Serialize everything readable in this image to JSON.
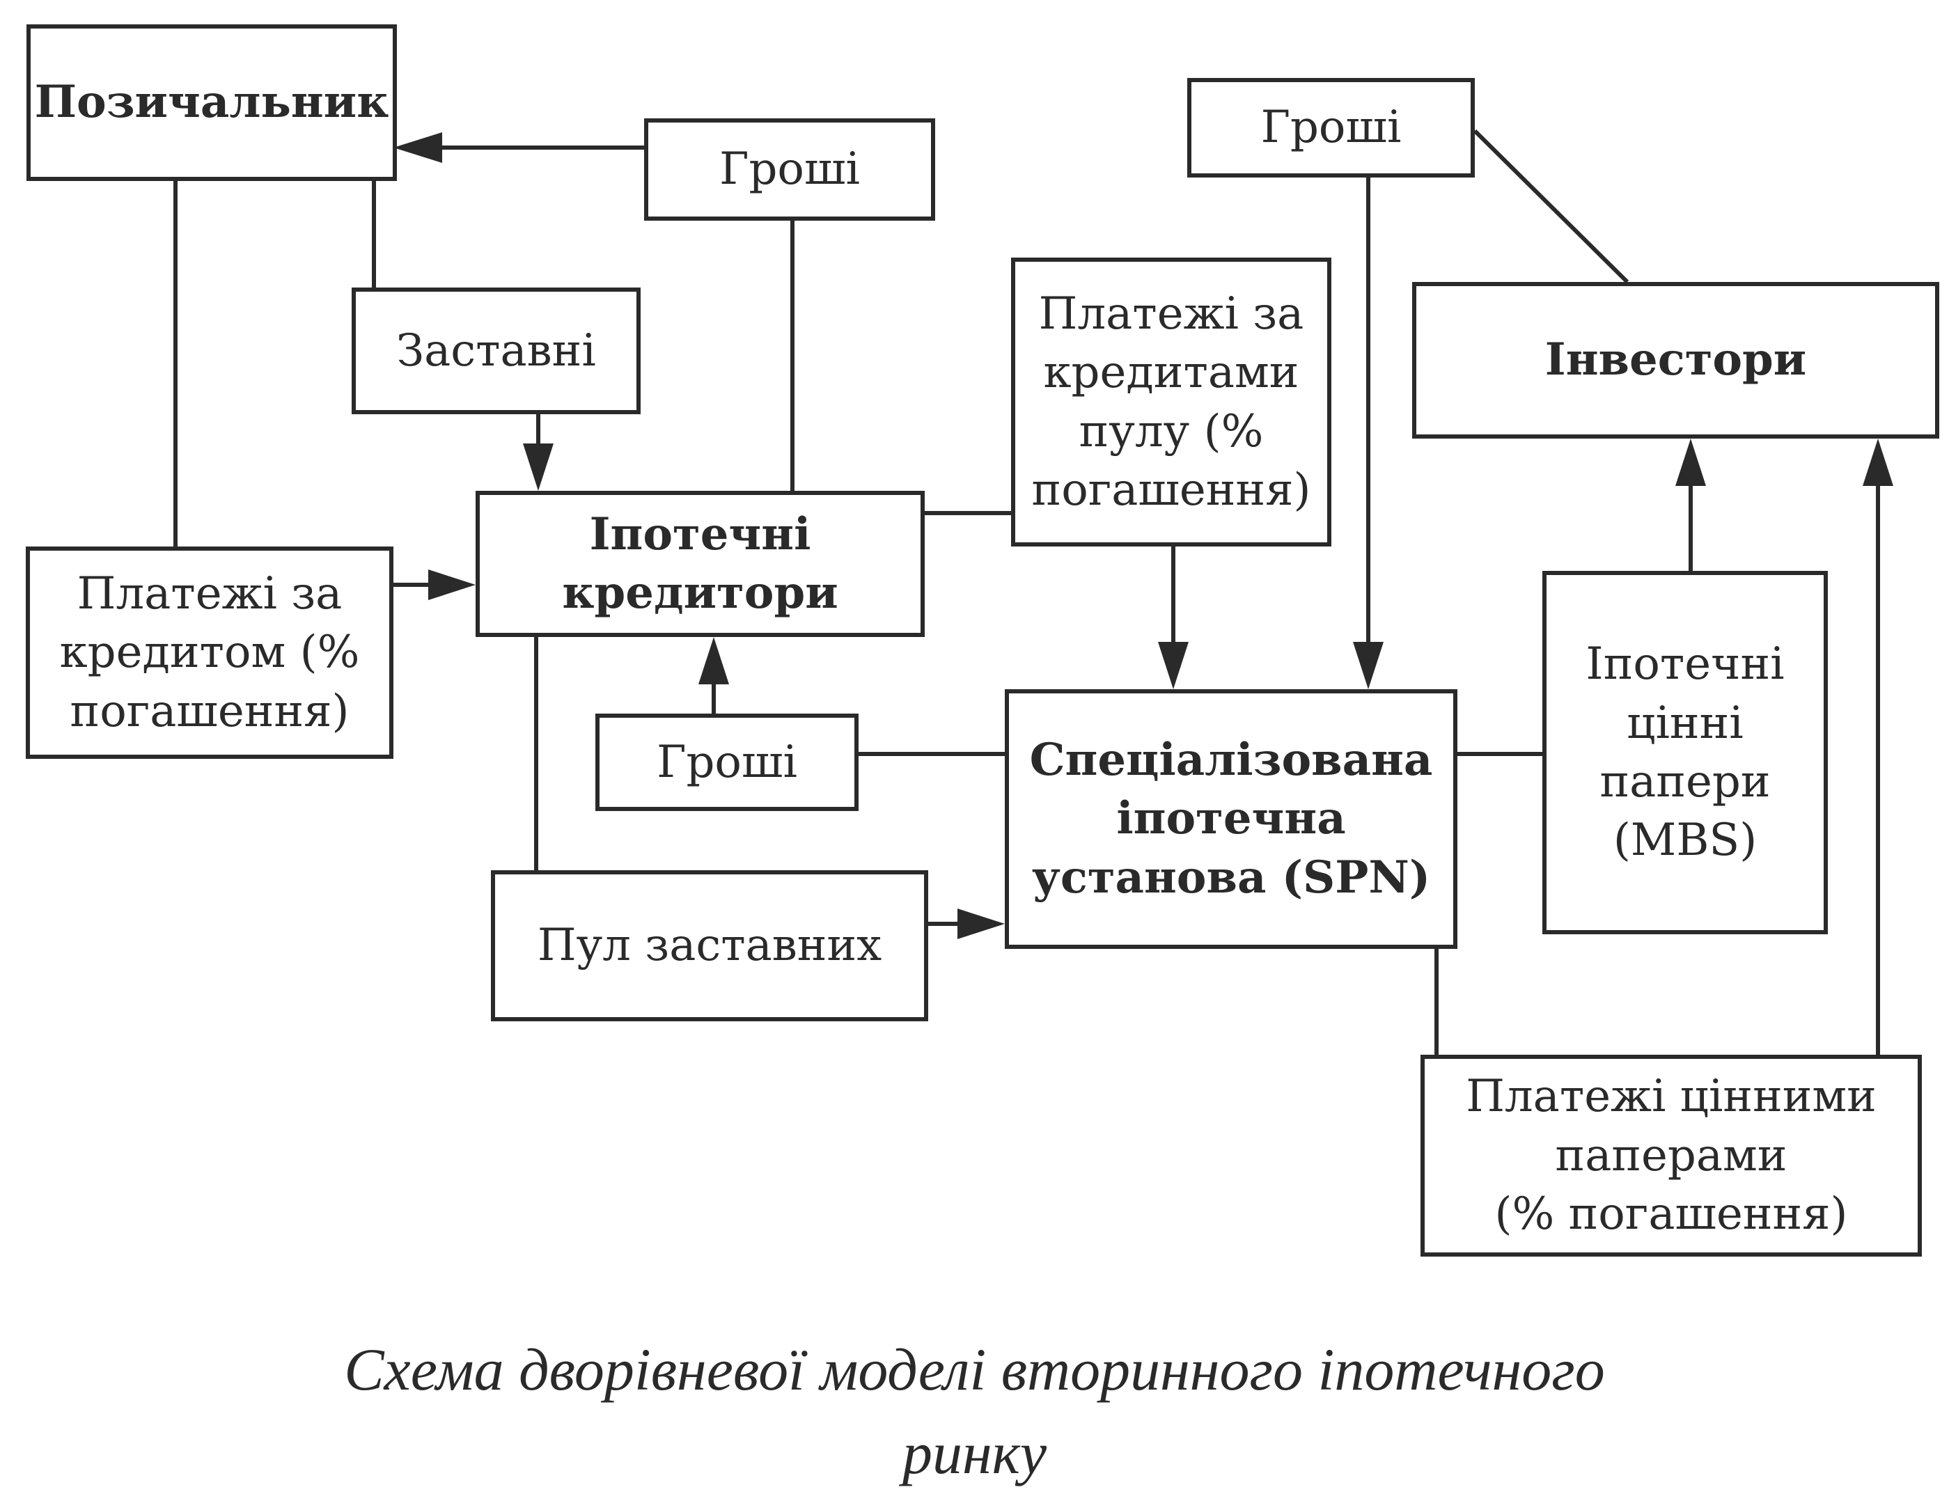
{
  "nodes": {
    "borrower": "Позичальник",
    "money_top": "Гроші",
    "pledges": "Заставні",
    "mortgage_lenders": "Іпотечні\nкредитори",
    "loan_payments": "Платежі за\nкредитом (%\nпогашення)",
    "money_mid": "Гроші",
    "pledge_pool": "Пул заставних",
    "pool_loan_payments": "Платежі за\nкредитами\nпулу (%\nпогашення)",
    "spn": "Спеціалізована\nіпотечна\nустанова (SPN)",
    "money_right": "Гроші",
    "investors": "Інвестори",
    "mbs": "Іпотечні\nцінні\nпапери\n(MBS)",
    "securities_payments": "Платежі цінними\nпаперами\n(% погашення)"
  },
  "caption": {
    "line1": "Схема дворівневої моделі вторинного іпотечного",
    "line2": "ринку"
  }
}
